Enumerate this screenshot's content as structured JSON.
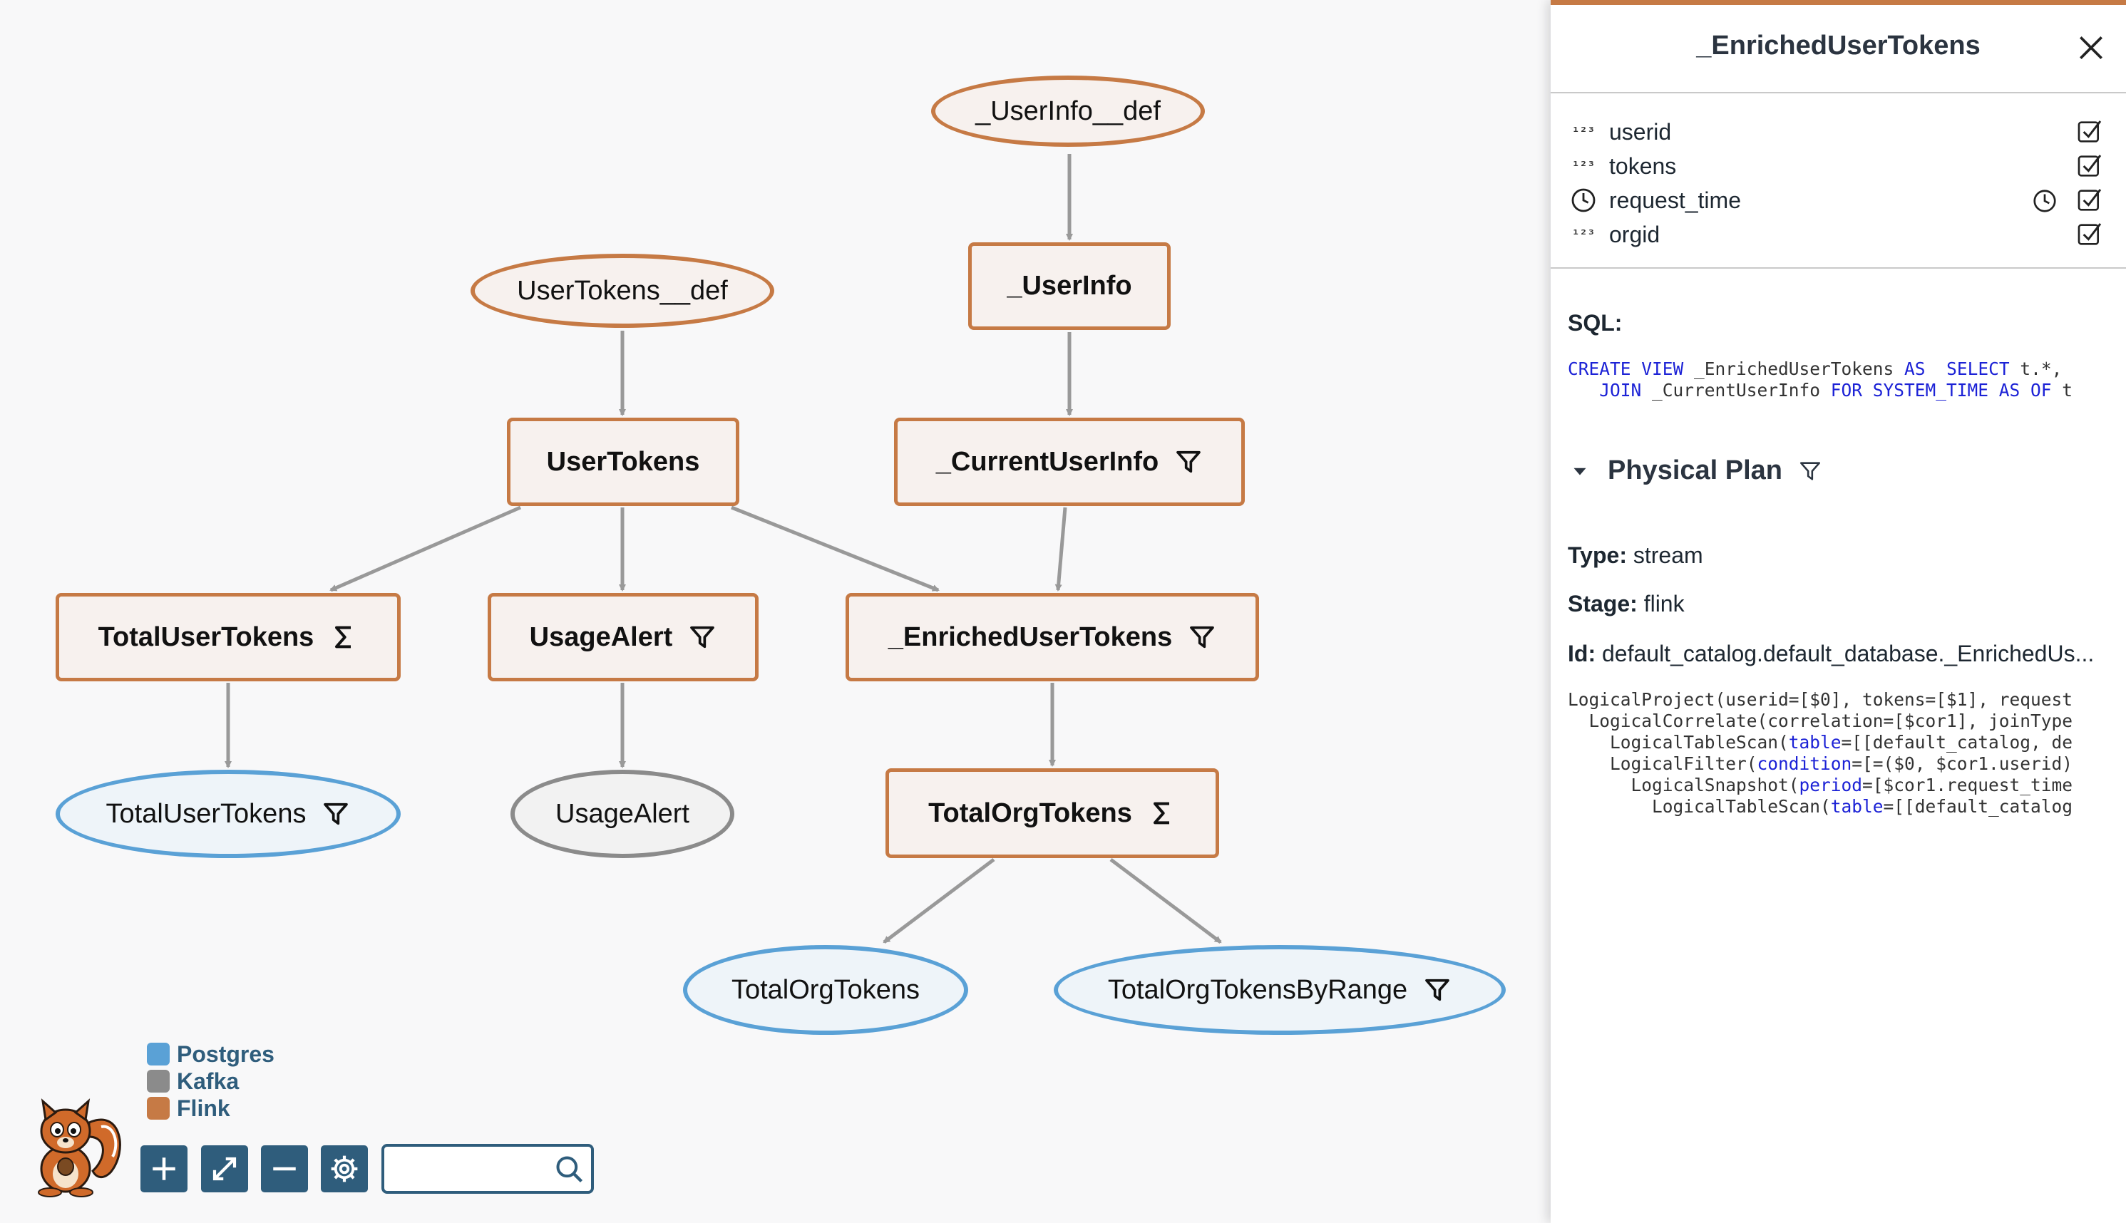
{
  "graph": {
    "nodes": {
      "userinfo_def": {
        "label": "_UserInfo__def",
        "engine": "Flink",
        "kind": "source-def"
      },
      "usertokens_def": {
        "label": "UserTokens__def",
        "engine": "Flink",
        "kind": "source-def"
      },
      "userinfo": {
        "label": "_UserInfo",
        "engine": "Flink"
      },
      "usertokens": {
        "label": "UserTokens",
        "engine": "Flink"
      },
      "currentuserinfo": {
        "label": "_CurrentUserInfo",
        "engine": "Flink",
        "icon": "filter-icon"
      },
      "totalusertokens": {
        "label": "TotalUserTokens",
        "engine": "Flink",
        "icon": "sigma-icon"
      },
      "usagealert": {
        "label": "UsageAlert",
        "engine": "Flink",
        "icon": "filter-icon"
      },
      "enrichedusertokens": {
        "label": "_EnrichedUserTokens",
        "engine": "Flink",
        "icon": "filter-icon"
      },
      "totalorgtokens": {
        "label": "TotalOrgTokens",
        "engine": "Flink",
        "icon": "sigma-icon"
      },
      "totalusertokens_pg": {
        "label": "TotalUserTokens",
        "engine": "Postgres",
        "icon": "filter-icon"
      },
      "usagealert_kafka": {
        "label": "UsageAlert",
        "engine": "Kafka"
      },
      "totalorgtokens_pg": {
        "label": "TotalOrgTokens",
        "engine": "Postgres"
      },
      "totalorgtokensbyrange_pg": {
        "label": "TotalOrgTokensByRange",
        "engine": "Postgres",
        "icon": "filter-icon"
      }
    },
    "edges": [
      [
        "userinfo_def",
        "userinfo"
      ],
      [
        "userinfo",
        "currentuserinfo"
      ],
      [
        "usertokens_def",
        "usertokens"
      ],
      [
        "usertokens",
        "totalusertokens"
      ],
      [
        "usertokens",
        "usagealert"
      ],
      [
        "usertokens",
        "enrichedusertokens"
      ],
      [
        "currentuserinfo",
        "enrichedusertokens"
      ],
      [
        "totalusertokens",
        "totalusertokens_pg"
      ],
      [
        "usagealert",
        "usagealert_kafka"
      ],
      [
        "enrichedusertokens",
        "totalorgtokens"
      ],
      [
        "totalorgtokens",
        "totalorgtokens_pg"
      ],
      [
        "totalorgtokens",
        "totalorgtokensbyrange_pg"
      ]
    ]
  },
  "legend": [
    {
      "label": "Postgres",
      "color": "#5aa1d6"
    },
    {
      "label": "Kafka",
      "color": "#8b8b8b"
    },
    {
      "label": "Flink",
      "color": "#c67a45"
    }
  ],
  "toolbar": {
    "zoom_in_icon": "plus-icon",
    "fit_icon": "expand-icon",
    "zoom_out_icon": "minus-icon",
    "settings_icon": "gear-icon",
    "search_value": "",
    "search_placeholder": ""
  },
  "details": {
    "title": "_EnrichedUserTokens",
    "fields": [
      {
        "name": "userid",
        "type": "number",
        "type_glyph": "¹²³",
        "time_attr": false
      },
      {
        "name": "tokens",
        "type": "number",
        "type_glyph": "¹²³",
        "time_attr": false
      },
      {
        "name": "request_time",
        "type": "timestamp",
        "type_glyph": "",
        "time_attr": true
      },
      {
        "name": "orgid",
        "type": "number",
        "type_glyph": "¹²³",
        "time_attr": false
      }
    ],
    "sql_label": "SQL:",
    "sql_lines": [
      [
        {
          "t": "CREATE VIEW",
          "k": true
        },
        {
          "t": " _EnrichedUserTokens ",
          "k": false
        },
        {
          "t": "AS",
          "k": true
        },
        {
          "t": "  ",
          "k": false
        },
        {
          "t": "SELECT",
          "k": true
        },
        {
          "t": " t.*,",
          "k": false
        }
      ],
      [
        {
          "t": "   JOIN",
          "k": true
        },
        {
          "t": " _CurrentUserInfo ",
          "k": false
        },
        {
          "t": "FOR SYSTEM_TIME AS OF",
          "k": true
        },
        {
          "t": " t",
          "k": false
        }
      ]
    ],
    "physical_plan": {
      "title": "Physical Plan",
      "type_label": "Type:",
      "type_value": "stream",
      "stage_label": "Stage:",
      "stage_value": "flink",
      "id_label": "Id:",
      "id_value": "default_catalog.default_database._EnrichedUs...",
      "plan_lines": [
        [
          {
            "t": "LogicalProject(userid=[$0], tokens=[$1], request",
            "k": false
          }
        ],
        [
          {
            "t": "  LogicalCorrelate(correlation=[$cor1], joinType",
            "k": false
          }
        ],
        [
          {
            "t": "    LogicalTableScan(",
            "k": false
          },
          {
            "t": "table",
            "k": true
          },
          {
            "t": "=[[default_catalog, de",
            "k": false
          }
        ],
        [
          {
            "t": "    LogicalFilter(",
            "k": false
          },
          {
            "t": "condition",
            "k": true
          },
          {
            "t": "=[=($0, $cor1.userid)",
            "k": false
          }
        ],
        [
          {
            "t": "      LogicalSnapshot(",
            "k": false
          },
          {
            "t": "period",
            "k": true
          },
          {
            "t": "=[$cor1.request_time",
            "k": false
          }
        ],
        [
          {
            "t": "        LogicalTableScan(",
            "k": false
          },
          {
            "t": "table",
            "k": true
          },
          {
            "t": "=[[default_catalog",
            "k": false
          }
        ]
      ]
    }
  }
}
